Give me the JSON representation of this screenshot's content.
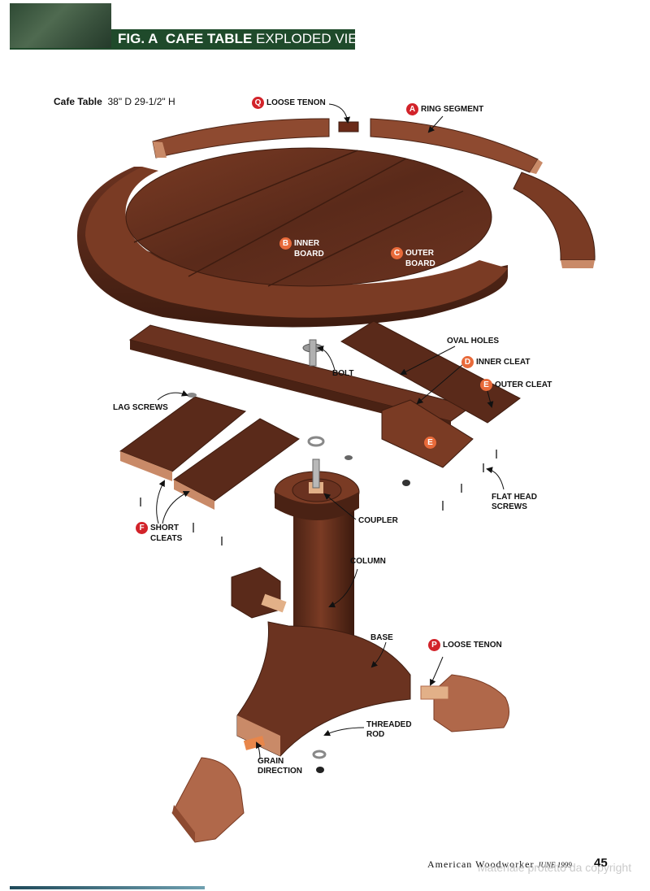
{
  "header": {
    "fig_label": "FIG. A",
    "title_bold": "CAFE TABLE",
    "title_rest": "EXPLODED VIEW"
  },
  "specs": {
    "name": "Cafe Table",
    "dimensions": "38\" D  29-1/2\" H"
  },
  "callouts": {
    "loose_tenon_q": {
      "letter": "Q",
      "text": "LOOSE TENON"
    },
    "ring_segment": {
      "letter": "A",
      "text": "RING SEGMENT"
    },
    "inner_board": {
      "letter": "B",
      "line1": "INNER",
      "line2": "BOARD"
    },
    "outer_board": {
      "letter": "C",
      "line1": "OUTER",
      "line2": "BOARD"
    },
    "oval_holes": {
      "text": "OVAL HOLES"
    },
    "inner_cleat": {
      "letter": "D",
      "text": "INNER CLEAT"
    },
    "outer_cleat": {
      "letter": "E",
      "text": "OUTER CLEAT"
    },
    "outer_cleat_mark": {
      "letter": "E"
    },
    "bolt": {
      "text": "BOLT"
    },
    "lag_screws": {
      "text": "LAG SCREWS"
    },
    "flat_head_screws": {
      "line1": "FLAT HEAD",
      "line2": "SCREWS"
    },
    "short_cleats": {
      "letter": "F",
      "line1": "SHORT",
      "line2": "CLEATS"
    },
    "coupler": {
      "text": "COUPLER"
    },
    "column": {
      "text": "COLUMN"
    },
    "base": {
      "text": "BASE"
    },
    "loose_tenon_p": {
      "letter": "P",
      "text": "LOOSE TENON"
    },
    "threaded_rod": {
      "line1": "THREADED",
      "line2": "ROD"
    },
    "grain_direction": {
      "line1": "GRAIN",
      "line2": "DIRECTION"
    }
  },
  "footer": {
    "magazine": "American Woodworker",
    "issue": "JUNE 1999",
    "page": "45",
    "watermark": "Materiale protetto da copyright"
  },
  "colors": {
    "header_band": "#1f4a2b",
    "badge_red": "#d2232a",
    "wood_dark": "#5a2a1a",
    "wood_mid": "#7a3b24",
    "wood_light": "#b0684a",
    "end_grain": "#c98a68"
  }
}
